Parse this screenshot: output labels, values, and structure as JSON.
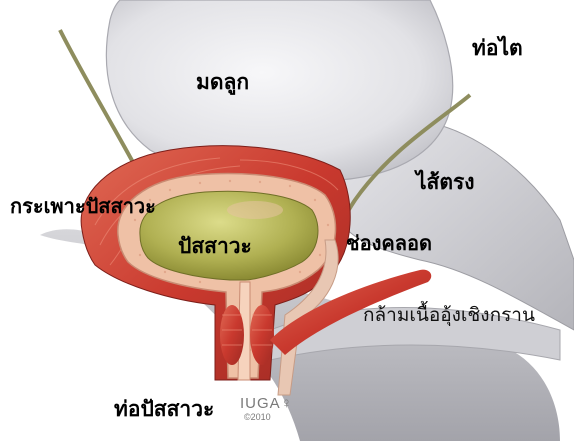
{
  "labels": {
    "uterus": "มดลูก",
    "ureter": "ท่อไต",
    "rectum": "ไส้ตรง",
    "bladder": "กระเพาะปัสสาวะ",
    "urine": "ปัสสาวะ",
    "vagina": "ช่องคลอด",
    "pelvic_floor_muscle": "กล้ามเนื้ออุ้งเชิงกราน",
    "urethra": "ท่อปัสสาวะ"
  },
  "logo": {
    "brand": "IUGA",
    "symbol": "♀",
    "year": "©2010"
  },
  "colors": {
    "muscle": "#c9392e",
    "muscle_highlight": "#e8745f",
    "bladder_wall": "#e9b59a",
    "urine": "#a8a84a",
    "uterus": "#e4e4e8",
    "tissue_grey": "#b9b9bd"
  }
}
